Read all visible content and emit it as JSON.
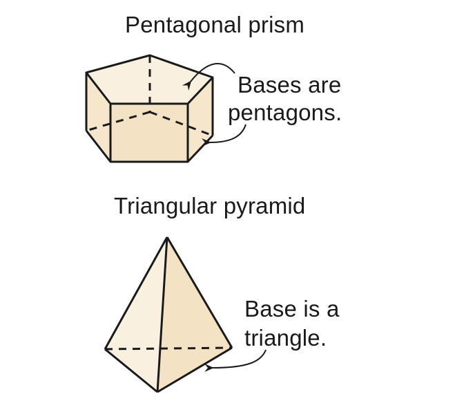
{
  "prism": {
    "title": "Pentagonal prism",
    "annotation_line1": "Bases are",
    "annotation_line2": "pentagons."
  },
  "pyramid": {
    "title": "Triangular pyramid",
    "annotation_line1": "Base is a",
    "annotation_line2": "triangle."
  },
  "colors": {
    "face_light": "#faf0e0",
    "face_mid": "#f5e6cc",
    "face_front": "#f3e2c3",
    "edge": "#1a1a1a"
  }
}
